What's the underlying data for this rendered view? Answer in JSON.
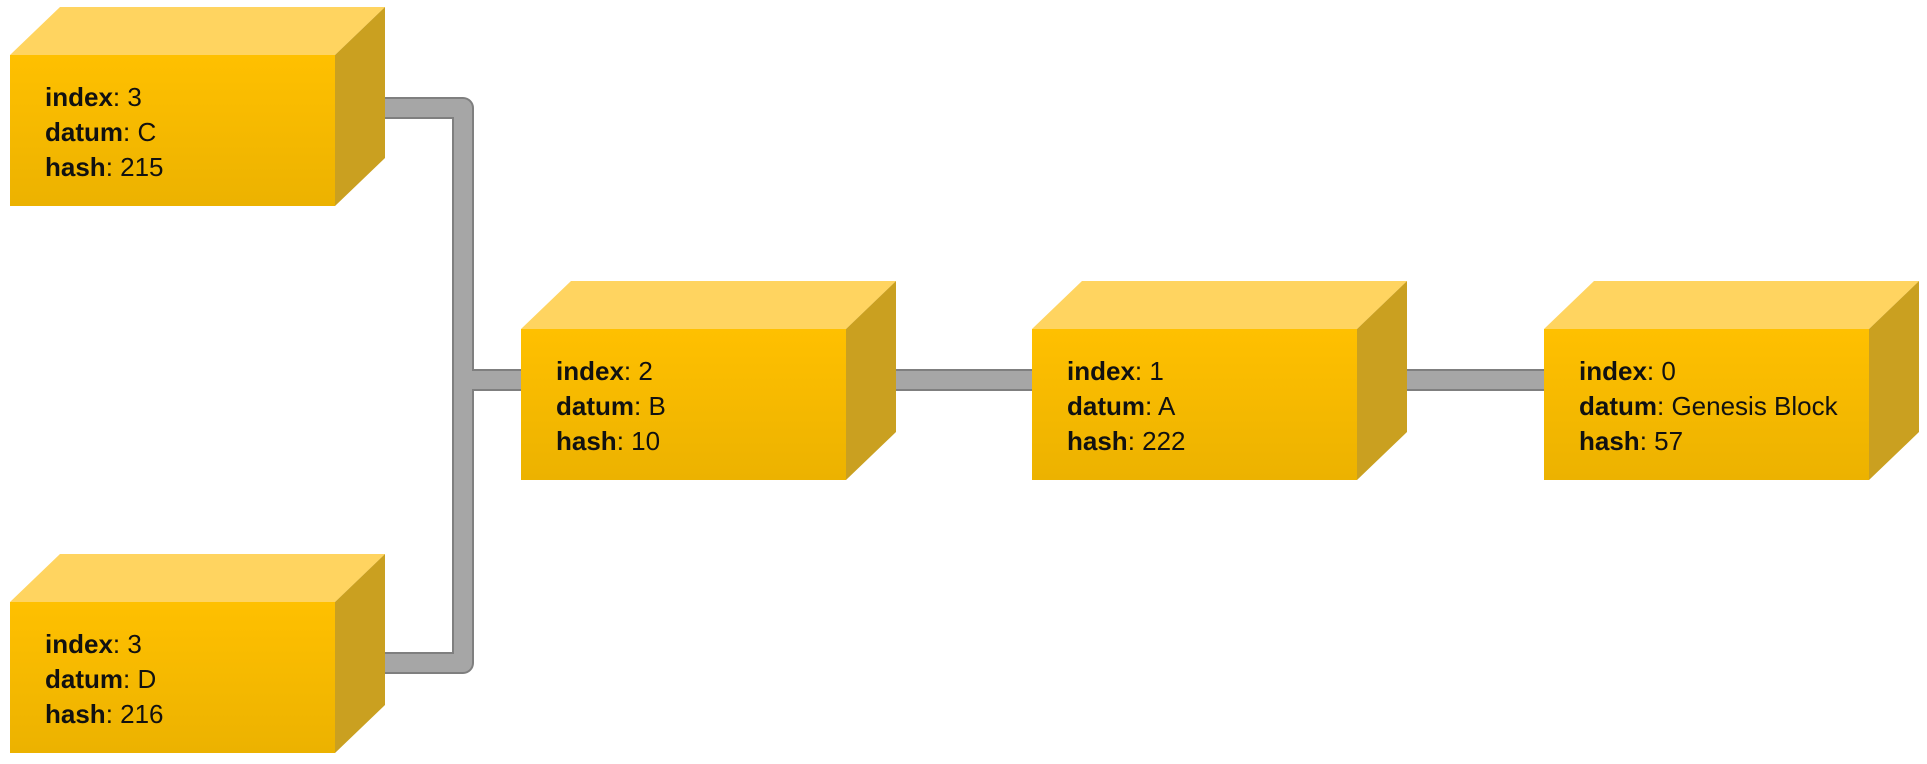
{
  "blocks": [
    {
      "id": "block-c",
      "fields": [
        {
          "key": "index",
          "sep": ": ",
          "value": "3"
        },
        {
          "key": "datum",
          "sep": ": ",
          "value": "C"
        },
        {
          "key": "hash",
          "sep": ": ",
          "value": "215"
        }
      ]
    },
    {
      "id": "block-d",
      "fields": [
        {
          "key": "index",
          "sep": ": ",
          "value": "3"
        },
        {
          "key": "datum",
          "sep": ": ",
          "value": "D"
        },
        {
          "key": "hash",
          "sep": ": ",
          "value": "216"
        }
      ]
    },
    {
      "id": "block-b",
      "fields": [
        {
          "key": "index",
          "sep": ": ",
          "value": "2"
        },
        {
          "key": "datum",
          "sep": ": ",
          "value": "B"
        },
        {
          "key": "hash",
          "sep": ": ",
          "value": "10"
        }
      ]
    },
    {
      "id": "block-a",
      "fields": [
        {
          "key": "index",
          "sep": ": ",
          "value": "1"
        },
        {
          "key": "datum",
          "sep": ": ",
          "value": "A"
        },
        {
          "key": "hash",
          "sep": ": ",
          "value": "222"
        }
      ]
    },
    {
      "id": "block-genesis",
      "fields": [
        {
          "key": "index",
          "sep": ": ",
          "value": "0"
        },
        {
          "key": "datum",
          "sep": ": ",
          "value": "Genesis Block"
        },
        {
          "key": "hash",
          "sep": ": ",
          "value": "57"
        }
      ]
    }
  ],
  "links": [
    {
      "from": "block-c",
      "to": "block-b"
    },
    {
      "from": "block-d",
      "to": "block-b"
    },
    {
      "from": "block-b",
      "to": "block-a"
    },
    {
      "from": "block-a",
      "to": "block-genesis"
    }
  ],
  "colors": {
    "front_top": "#ffc000",
    "front_bottom": "#ecb200",
    "top_face": "#ffd460",
    "side_face": "#caa020",
    "connector": "#a6a6a6",
    "connector_edge": "#7f7f7f"
  }
}
